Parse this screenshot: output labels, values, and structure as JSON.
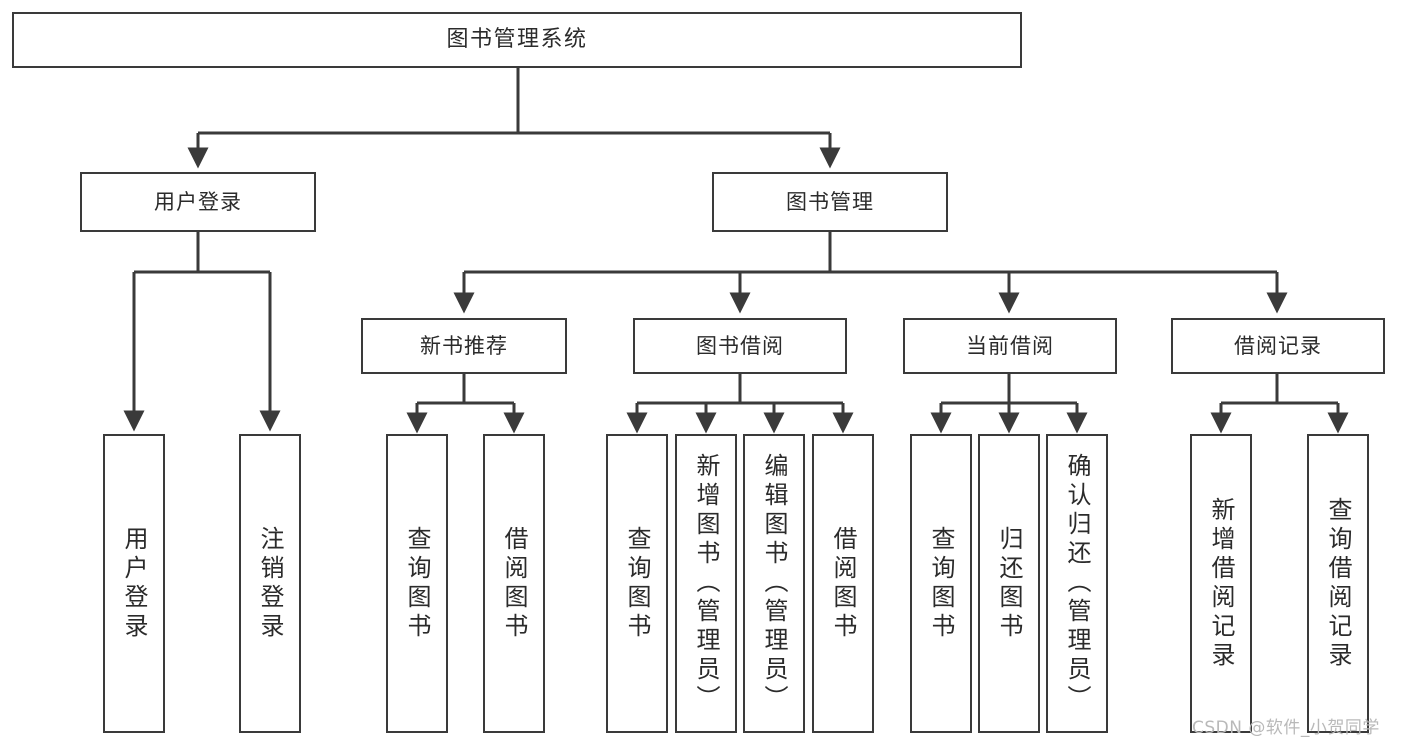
{
  "diagram": {
    "title": "图书管理系统",
    "type": "tree",
    "root": {
      "id": "root",
      "label": "图书管理系统"
    },
    "level1": [
      {
        "id": "user-login",
        "label": "用户登录"
      },
      {
        "id": "book-manage",
        "label": "图书管理"
      }
    ],
    "level2": [
      {
        "id": "new-book-rec",
        "label": "新书推荐",
        "parent": "book-manage"
      },
      {
        "id": "book-borrow",
        "label": "图书借阅",
        "parent": "book-manage"
      },
      {
        "id": "current-borrow",
        "label": "当前借阅",
        "parent": "book-manage"
      },
      {
        "id": "borrow-record",
        "label": "借阅记录",
        "parent": "book-manage"
      }
    ],
    "leaves": [
      {
        "id": "leaf-user-login",
        "label": "用户登录",
        "parent": "user-login"
      },
      {
        "id": "leaf-logout",
        "label": "注销登录",
        "parent": "user-login"
      },
      {
        "id": "leaf-query-book-1",
        "label": "查询图书",
        "parent": "new-book-rec"
      },
      {
        "id": "leaf-borrow-book-1",
        "label": "借阅图书",
        "parent": "new-book-rec"
      },
      {
        "id": "leaf-query-book-2",
        "label": "查询图书",
        "parent": "book-borrow"
      },
      {
        "id": "leaf-add-book",
        "label": "新增图书（管理员）",
        "parent": "book-borrow"
      },
      {
        "id": "leaf-edit-book",
        "label": "编辑图书（管理员）",
        "parent": "book-borrow"
      },
      {
        "id": "leaf-borrow-book-2",
        "label": "借阅图书",
        "parent": "book-borrow"
      },
      {
        "id": "leaf-query-book-3",
        "label": "查询图书",
        "parent": "current-borrow"
      },
      {
        "id": "leaf-return-book",
        "label": "归还图书",
        "parent": "current-borrow"
      },
      {
        "id": "leaf-confirm-return",
        "label": "确认归还（管理员）",
        "parent": "current-borrow"
      },
      {
        "id": "leaf-add-record",
        "label": "新增借阅记录",
        "parent": "borrow-record"
      },
      {
        "id": "leaf-query-record",
        "label": "查询借阅记录",
        "parent": "borrow-record"
      }
    ]
  },
  "watermark": {
    "text": "CSDN @软件_小贺同学"
  },
  "colors": {
    "stroke": "#3a3a3a",
    "text": "#2b2b2b",
    "background": "#ffffff",
    "watermark": "#b9b9b9"
  }
}
